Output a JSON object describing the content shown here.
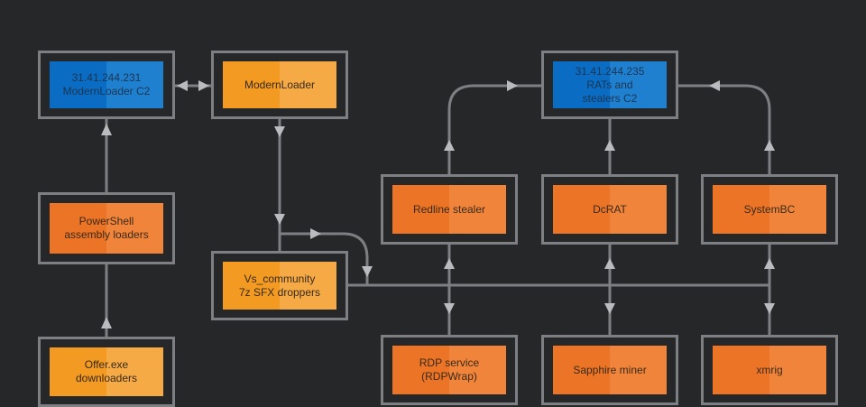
{
  "diagram": {
    "nodes": [
      {
        "id": "mlc2",
        "label": "31.41.244.231\nModernLoader C2",
        "kind": "c2",
        "color": "#0a6cc2"
      },
      {
        "id": "ml",
        "label": "ModernLoader",
        "kind": "loader",
        "color": "#f29a22"
      },
      {
        "id": "ratc2",
        "label": "31.41.244.235\nRATs and\nstealers C2",
        "kind": "c2",
        "color": "#0a6cc2"
      },
      {
        "id": "ps",
        "label": "PowerShell\nassembly loaders",
        "kind": "payload",
        "color": "#ec7426"
      },
      {
        "id": "redline",
        "label": "Redline stealer",
        "kind": "payload",
        "color": "#ec7426"
      },
      {
        "id": "dcrat",
        "label": "DcRAT",
        "kind": "payload",
        "color": "#ec7426"
      },
      {
        "id": "systembc",
        "label": "SystemBC",
        "kind": "payload",
        "color": "#ec7426"
      },
      {
        "id": "vs",
        "label": "Vs_community\n7z SFX droppers",
        "kind": "loader",
        "color": "#f29a22"
      },
      {
        "id": "offer",
        "label": "Offer.exe\ndownloaders",
        "kind": "loader",
        "color": "#f29a22"
      },
      {
        "id": "rdp",
        "label": "RDP service\n(RDPWrap)",
        "kind": "payload",
        "color": "#ec7426"
      },
      {
        "id": "sapphire",
        "label": "Sapphire miner",
        "kind": "payload",
        "color": "#ec7426"
      },
      {
        "id": "xmrig",
        "label": "xmrig",
        "kind": "payload",
        "color": "#ec7426"
      }
    ],
    "edges": [
      {
        "from": "ml",
        "to": "mlc2",
        "bidirectional": true
      },
      {
        "from": "ps",
        "to": "mlc2"
      },
      {
        "from": "offer",
        "to": "ps"
      },
      {
        "from": "ml",
        "to": "vs"
      },
      {
        "from": "vs",
        "to": "redline"
      },
      {
        "from": "vs",
        "to": "dcrat"
      },
      {
        "from": "vs",
        "to": "systembc"
      },
      {
        "from": "vs",
        "to": "rdp"
      },
      {
        "from": "vs",
        "to": "sapphire"
      },
      {
        "from": "vs",
        "to": "xmrig"
      },
      {
        "from": "redline",
        "to": "ratc2"
      },
      {
        "from": "dcrat",
        "to": "ratc2"
      },
      {
        "from": "systembc",
        "to": "ratc2"
      }
    ],
    "colors": {
      "background": "#262729",
      "wire": "#7d7f82",
      "arrow": "#b9bbbe"
    }
  }
}
